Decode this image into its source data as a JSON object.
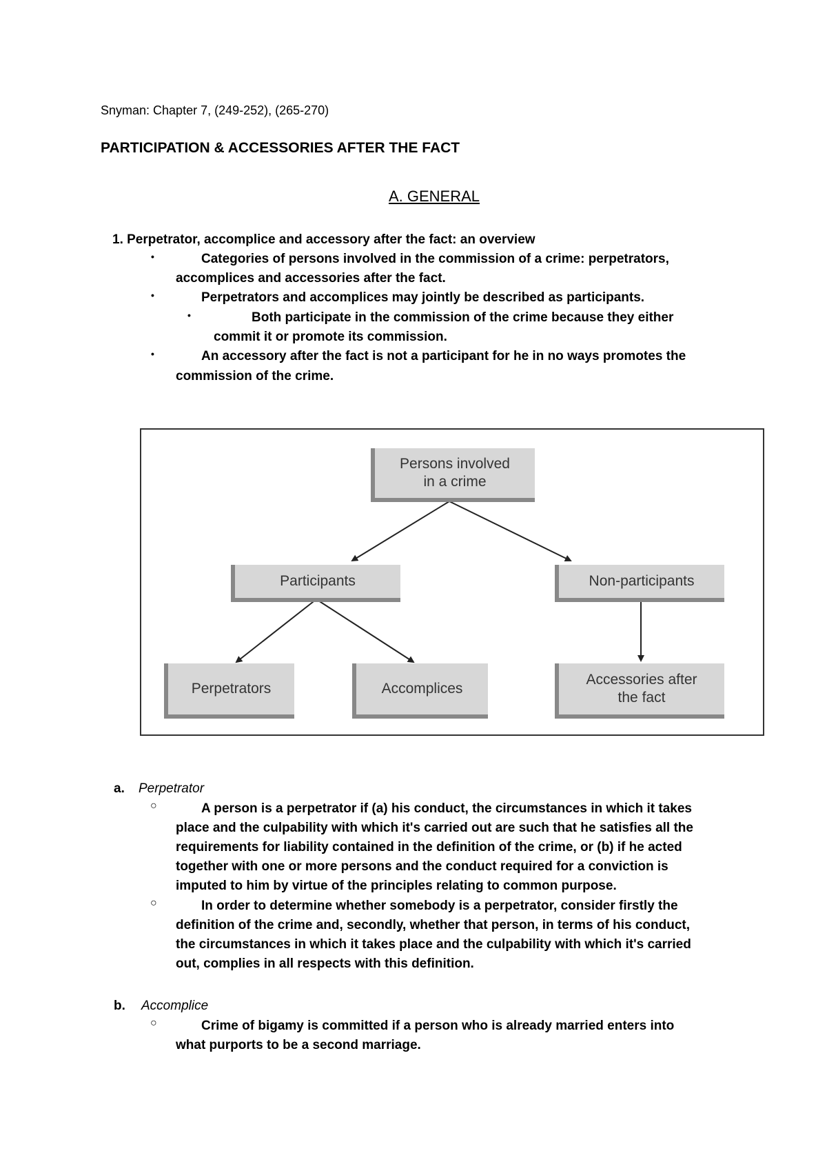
{
  "source": "Snyman: Chapter 7, (249-252), (265-270)",
  "title": "PARTICIPATION & ACCESSORIES AFTER THE FACT",
  "section": "A. GENERAL",
  "overview": {
    "heading": "1.   Perpetrator, accomplice and accessory after the fact: an overview",
    "bullets": [
      {
        "line1": "Categories of persons involved in the commission of a crime: perpetrators,",
        "line2": "accomplices and accessories after the fact."
      },
      {
        "line1": "Perpetrators and accomplices may jointly be described as participants."
      },
      {
        "line1": "Both participate in the commission of the crime because they either",
        "line2": "commit it or promote its commission."
      },
      {
        "line1": "An accessory after the fact is not a participant for he in no ways promotes the",
        "line2": "commission of the crime."
      }
    ]
  },
  "diagram": {
    "root": [
      "Persons involved",
      "in a crime"
    ],
    "participants": "Participants",
    "non_participants": "Non-participants",
    "perpetrators": "Perpetrators",
    "accomplices": "Accomplices",
    "accessories": [
      "Accessories after",
      "the fact"
    ]
  },
  "perpetrator": {
    "label": "a.",
    "title": "Perpetrator",
    "p1": [
      "A person is a perpetrator if (a) his conduct, the circumstances in which it takes",
      "place and the culpability with which it's carried out are such that he satisfies all the",
      "requirements for liability contained in the definition of the crime, or (b) if he acted",
      "together with one or more persons and the conduct required for a conviction is",
      "imputed to him by virtue of the principles relating to common purpose."
    ],
    "p2": [
      "In order to determine whether somebody is a perpetrator, consider firstly the",
      "definition of the crime and, secondly, whether that person, in terms of his conduct,",
      "the circumstances in which it takes place and the culpability with which it's carried",
      "out, complies in all respects with this definition."
    ]
  },
  "accomplice": {
    "label": "b.",
    "title": "Accomplice",
    "p1": [
      "Crime of bigamy is committed if a person who is already married enters into",
      "what purports to be a second marriage."
    ]
  },
  "glyphs": {
    "bullet": "•",
    "circle": "○"
  }
}
